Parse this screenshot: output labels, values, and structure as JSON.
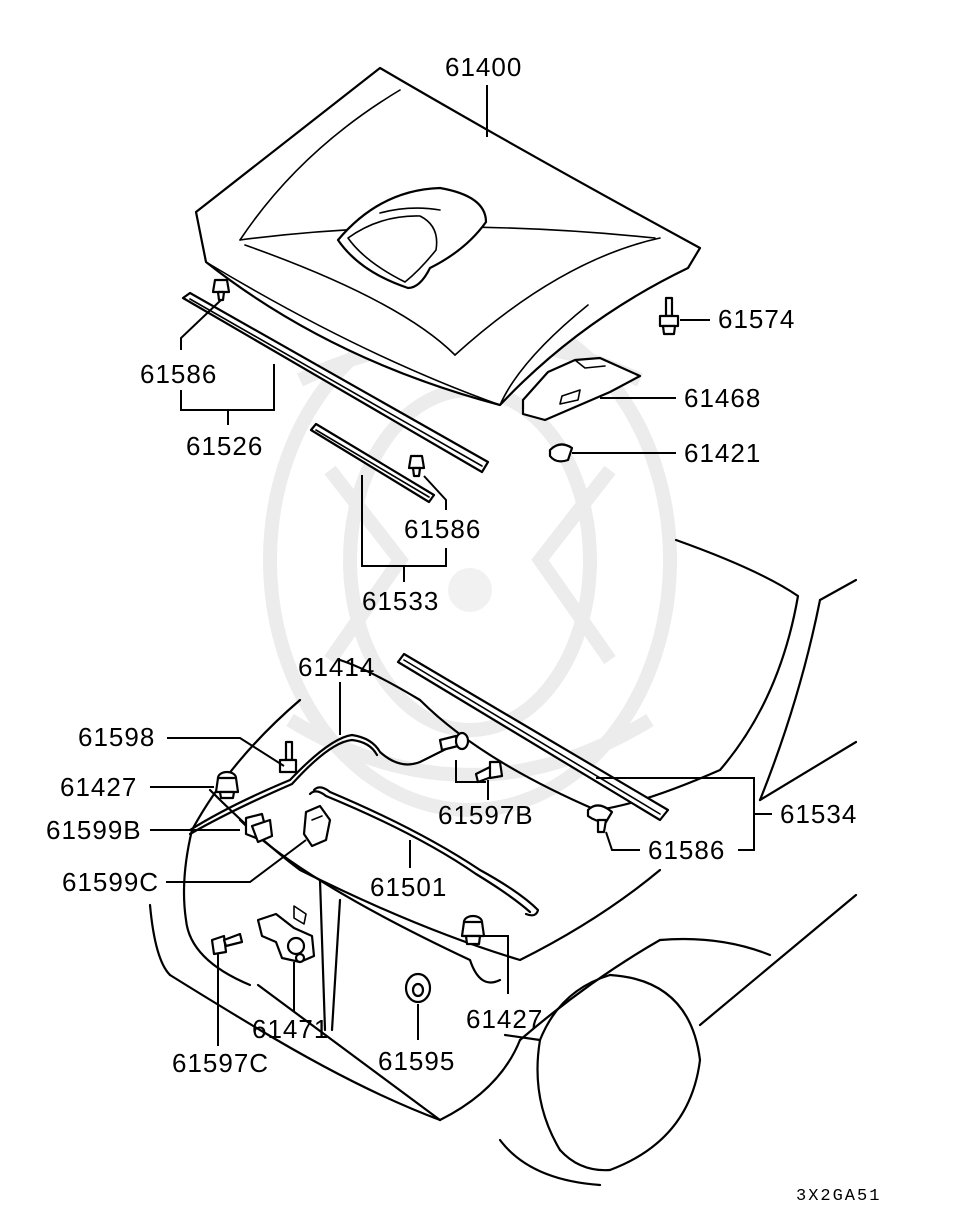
{
  "diagram": {
    "labels": {
      "hood": "61400",
      "bolt_top_right": "61574",
      "plate_top_right": "61468",
      "clip_top_right": "61421",
      "clip_top_left": "61586",
      "seal_front": "61526",
      "clip_center": "61586",
      "seal_center": "61533",
      "cable": "61414",
      "support_clip": "61598",
      "bumper_left": "61427",
      "holder_b": "61599B",
      "holder_c": "61599C",
      "bolt_b": "61597B",
      "release_wire": "61501",
      "seal_rear": "61534",
      "clip_right": "61586",
      "bumper_right": "61427",
      "latch": "61471",
      "bolt_c": "61597C",
      "grommet": "61595"
    },
    "code": "3X2GA51"
  }
}
